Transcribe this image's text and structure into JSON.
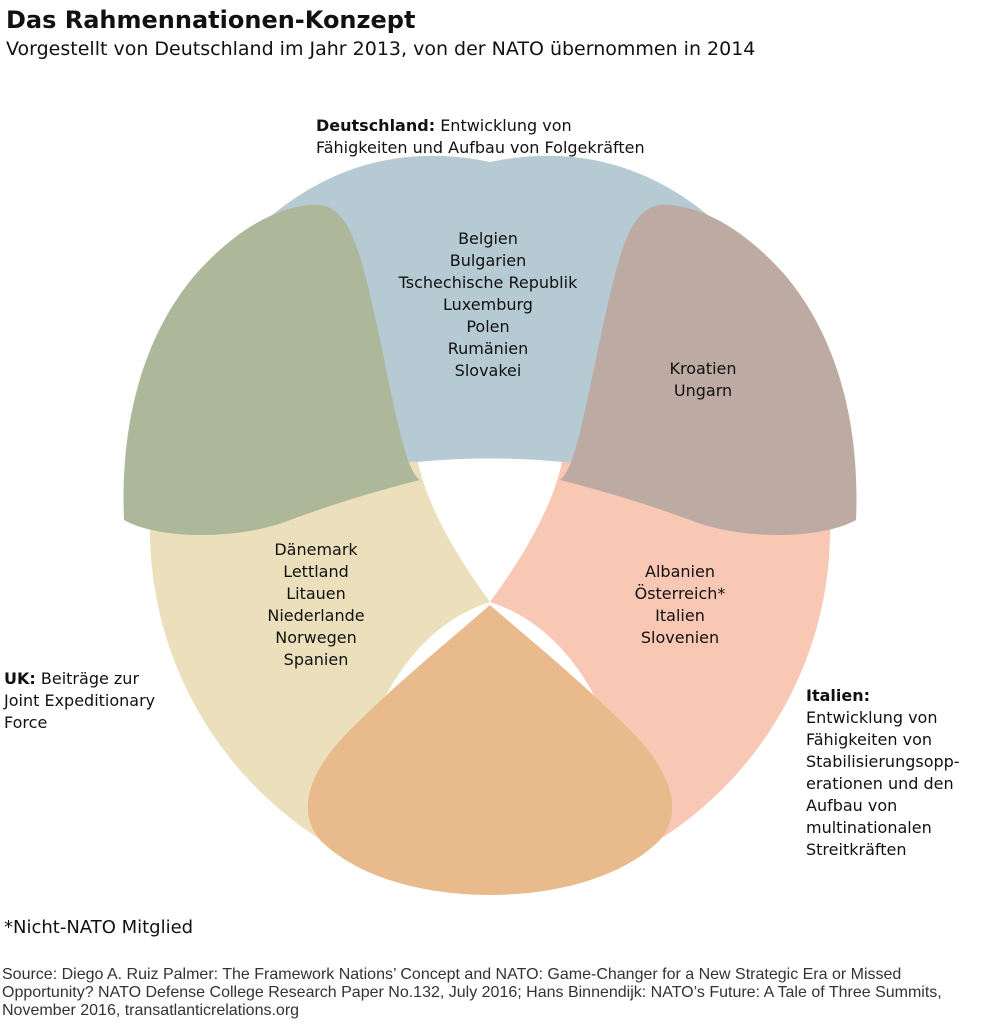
{
  "title": "Das Rahmennationen-Konzept",
  "subtitle": "Vorgestellt von Deutschland im Jahr 2013, von der NATO übernommen in 2014",
  "colors": {
    "germany": "#b5cad3",
    "uk": "#ece0bc",
    "italy": "#f9c8b5",
    "germany_uk_overlap": "#adb89a",
    "germany_italy_overlap": "#bdaaa2",
    "uk_italy_overlap": "#e9ba8c"
  },
  "callouts": {
    "germany": {
      "label": "Deutschland:",
      "text_line1": "Entwicklung von",
      "text_line2": "Fähigkeiten und Aufbau von Folgekräften"
    },
    "uk": {
      "label": "UK:",
      "text_line1": "Beiträge zur",
      "text_line2": "Joint Expeditionary",
      "text_line3": "Force"
    },
    "italy": {
      "label": "Italien:",
      "lines": [
        "Entwicklung von",
        "Fähigkeiten von",
        "Stabilisierungsopp-",
        "erationen und den",
        "Aufbau von",
        "multinationalen",
        "Streitkräften"
      ]
    }
  },
  "regions": {
    "germany": [
      "Belgien",
      "Bulgarien",
      "Tschechische Republik",
      "Luxemburg",
      "Polen",
      "Rumänien",
      "Slovakei"
    ],
    "germany_italy": [
      "Kroatien",
      "Ungarn"
    ],
    "uk": [
      "Dänemark",
      "Lettland",
      "Litauen",
      "Niederlande",
      "Norwegen",
      "Spanien"
    ],
    "italy": [
      "Albanien",
      "Österreich*",
      "Italien",
      "Slovenien"
    ]
  },
  "footnote": "*Nicht-NATO Mitglied",
  "source": "Source: Diego A. Ruiz Palmer: The Framework Nations’ Concept and NATO: Game-Changer for a New Strategic Era or Missed Opportunity? NATO Defense College Research Paper No.132, July 2016; Hans Binnendijk: NATO’s Future: A Tale of Three Summits, November 2016, transatlanticrelations.org"
}
